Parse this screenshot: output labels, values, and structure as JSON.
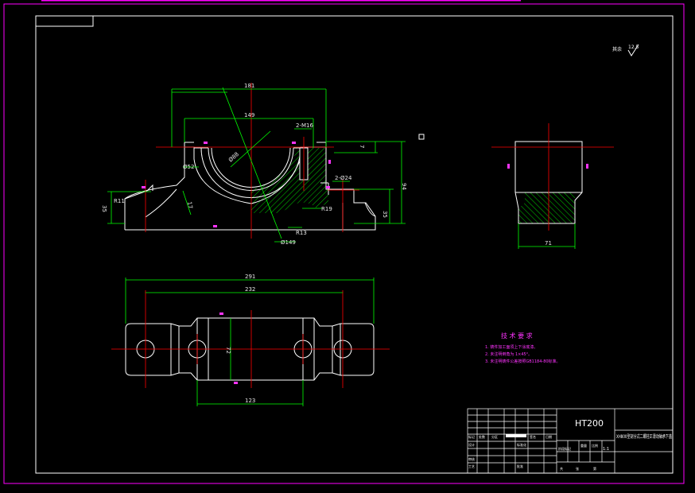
{
  "colors": {
    "background": "#000000",
    "frame": "#ff00ff",
    "outline": "#ffffff",
    "dimension": "#00ff00",
    "centerline": "#ff0000",
    "annotation": "#ff33ff",
    "hatch": "#00cc00"
  },
  "front_view": {
    "dims": {
      "top_overall": "181",
      "top_inner": "149",
      "thread_top": "2-M16",
      "thread_side": "2-Ø24",
      "height_total": "94",
      "right_foot": "35",
      "left_foot": "35",
      "left_radius": "R11",
      "slope": "17",
      "right_small": "7",
      "bore_inner": "Ø52",
      "bore_mid": "Ø88",
      "fillet": "R19",
      "fillet2": "R13",
      "bore_outer": "Ø149"
    }
  },
  "side_view": {
    "dims": {
      "width": "71"
    }
  },
  "top_view": {
    "dims": {
      "overall": "291",
      "holes": "232",
      "center": "72",
      "body": "123"
    }
  },
  "roughness": {
    "corner_label": "其余",
    "corner_value": "12.5"
  },
  "notes": {
    "title": "技 术 要 求",
    "items": [
      "1. 铸件加工面须上下涂底漆。",
      "2. 未注明倒角为 1×45°。",
      "3. 未注明铸件公差按照GB1184-80标准。"
    ]
  },
  "title_block": {
    "material": "HT200",
    "drawing_name": "XH800型剖分式二螺柱正滑动轴承下盖",
    "scale": "1:1",
    "cells": {
      "biaoji": "标记",
      "chushu": "处数",
      "fenqu": "分区",
      "qianming": "签名",
      "riqi": "日期",
      "sheji": "设计",
      "biaozhunhua": "标准化",
      "shenhe": "审核",
      "gongyi": "工艺",
      "pizhun": "批准",
      "jieduan": "阶段标记",
      "zhongliang": "重量",
      "bili": "比例",
      "gong": "共",
      "zhang": "张",
      "di": "第"
    }
  }
}
